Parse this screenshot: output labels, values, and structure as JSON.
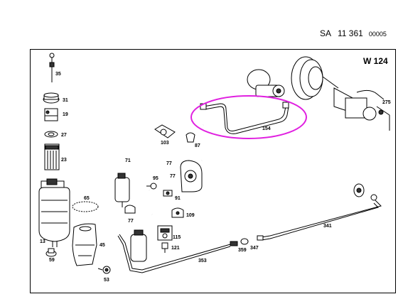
{
  "header": {
    "prefix": "SA",
    "number": "11 361",
    "suffix": "00005"
  },
  "model": "W 124",
  "highlight_color": "#e020e0",
  "parts": [
    {
      "id": "p35",
      "label": "35"
    },
    {
      "id": "p31",
      "label": "31"
    },
    {
      "id": "p19",
      "label": "19"
    },
    {
      "id": "p27",
      "label": "27"
    },
    {
      "id": "p23",
      "label": "23"
    },
    {
      "id": "p65",
      "label": "65"
    },
    {
      "id": "p13",
      "label": "13"
    },
    {
      "id": "p59",
      "label": "59"
    },
    {
      "id": "p45",
      "label": "45"
    },
    {
      "id": "p53",
      "label": "53"
    },
    {
      "id": "p71",
      "label": "71"
    },
    {
      "id": "p103",
      "label": "103"
    },
    {
      "id": "p87",
      "label": "87"
    },
    {
      "id": "p77a",
      "label": "77"
    },
    {
      "id": "p77b",
      "label": "77"
    },
    {
      "id": "p95",
      "label": "95"
    },
    {
      "id": "p91",
      "label": "91"
    },
    {
      "id": "p77c",
      "label": "77"
    },
    {
      "id": "p109",
      "label": "109"
    },
    {
      "id": "p115",
      "label": "115"
    },
    {
      "id": "p121",
      "label": "121"
    },
    {
      "id": "p154",
      "label": "154"
    },
    {
      "id": "p275",
      "label": "275"
    },
    {
      "id": "p341",
      "label": "341"
    },
    {
      "id": "p359",
      "label": "359"
    },
    {
      "id": "p347",
      "label": "347"
    },
    {
      "id": "p353",
      "label": "353"
    }
  ]
}
